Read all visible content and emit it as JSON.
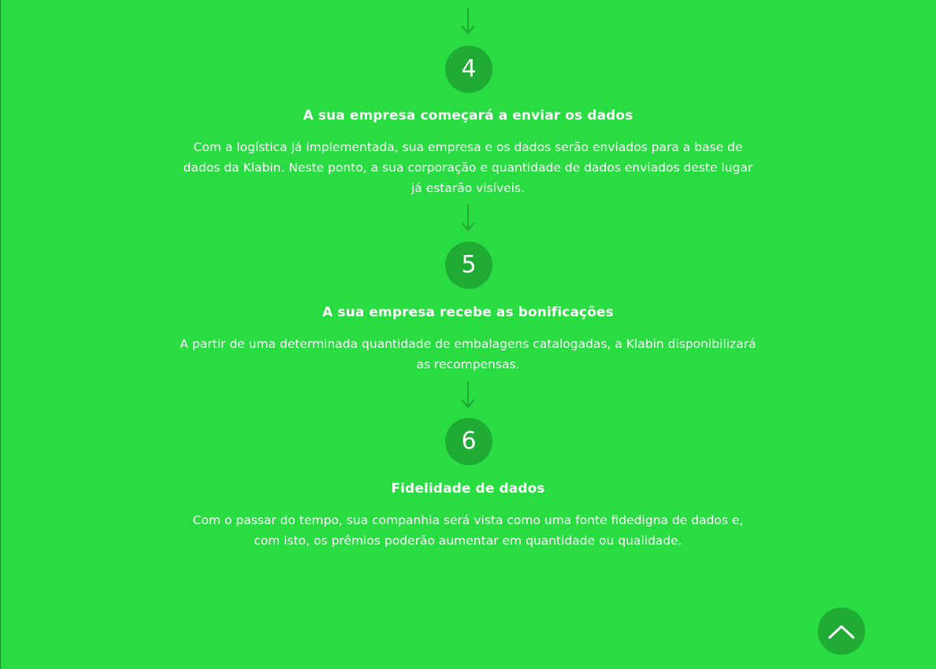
{
  "steps": [
    {
      "number": "4",
      "title": "A sua empresa começará a enviar os dados",
      "description": "Com a logística já implementada, sua empresa e os dados serão enviados para a base de dados da Klabin. Neste ponto, a sua corporação e quantidade de dados enviados deste lugar já estarão visíveis."
    },
    {
      "number": "5",
      "title": "A sua empresa recebe as bonificações",
      "description": "A partir de uma determinada quantidade de embalagens catalogadas, a Klabin disponibilizará as recompensas."
    },
    {
      "number": "6",
      "title": "Fidelidade de dados",
      "description": "Com o passar do tempo, sua companhia será vista como uma fonte fidedigna de dados e, com isto, os prêmios poderão aumentar em quantidade ou qualidade."
    }
  ],
  "icons": {
    "arrow": "arrow-down-icon",
    "scroll_top": "chevron-up-icon"
  },
  "colors": {
    "background": "#28dc41",
    "circle": "#1fab34",
    "text": "#ffffff",
    "arrow": "#1fab34"
  }
}
